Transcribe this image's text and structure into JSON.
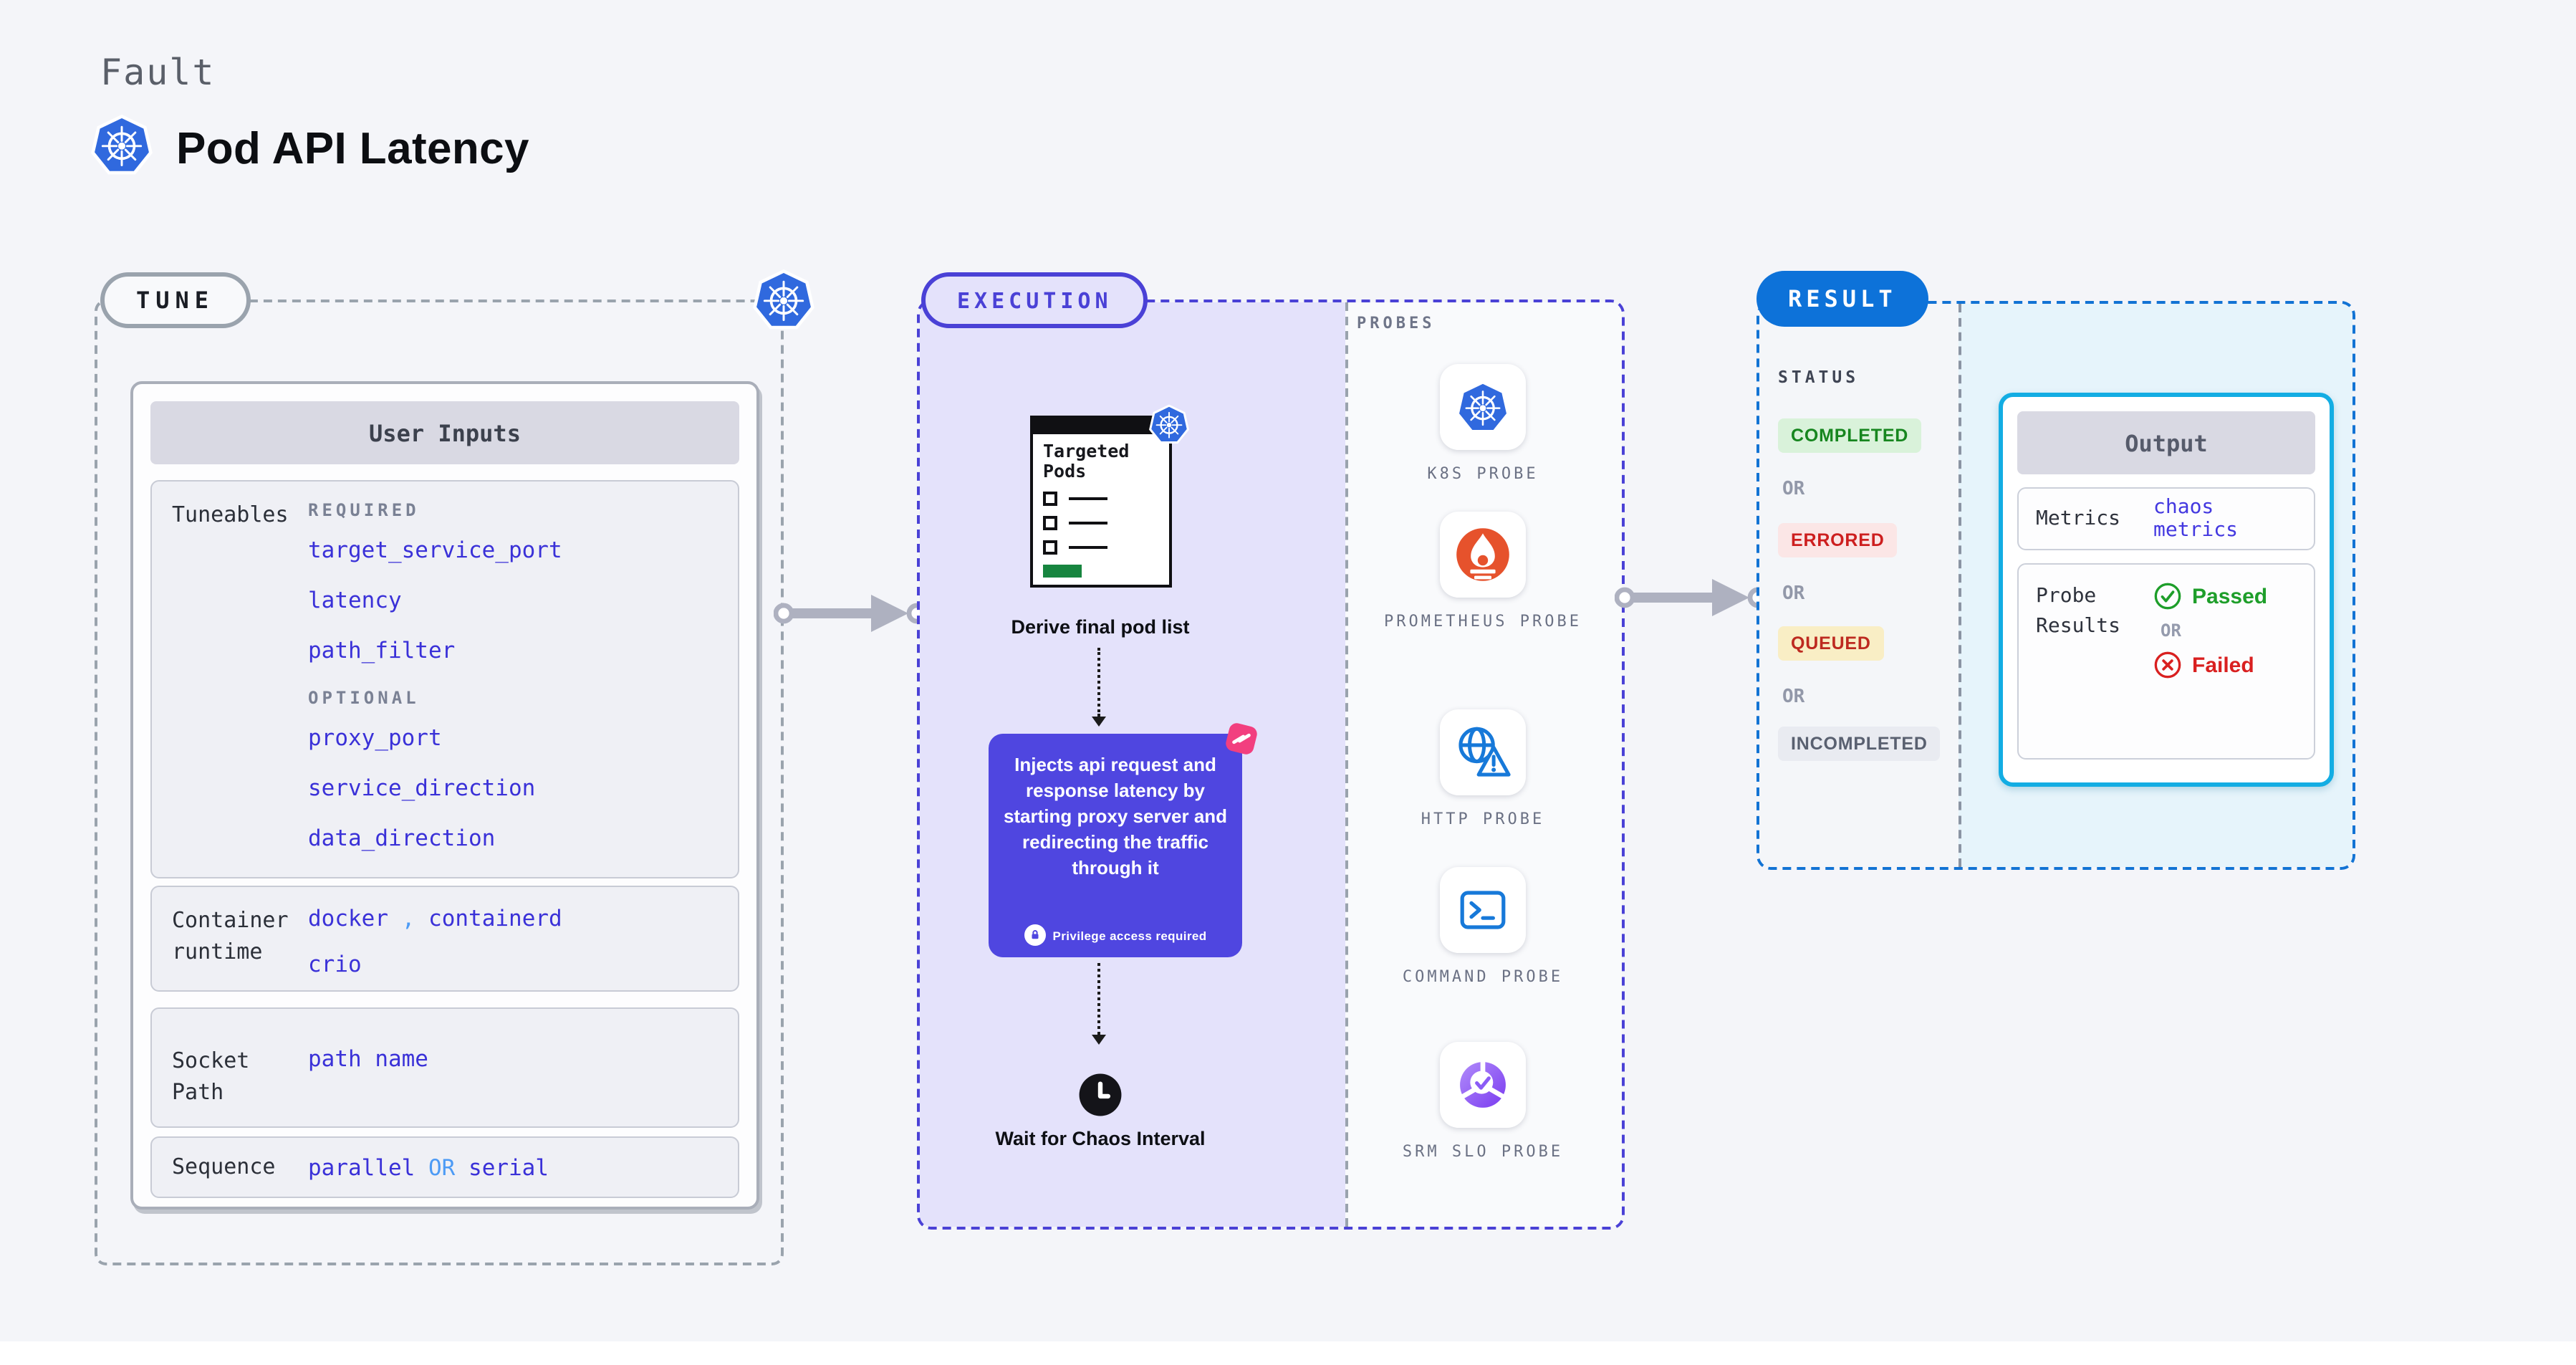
{
  "header": {
    "eyebrow": "Fault",
    "title": "Pod API Latency"
  },
  "tune": {
    "label": "TUNE",
    "user_inputs": {
      "title": "User Inputs",
      "tuneables": {
        "label": "Tuneables",
        "required_label": "REQUIRED",
        "required": [
          "target_service_port",
          "latency",
          "path_filter"
        ],
        "optional_label": "OPTIONAL",
        "optional": [
          "proxy_port",
          "service_direction",
          "data_direction"
        ]
      },
      "container_runtime": {
        "label": "Container runtime",
        "value1": "docker",
        "separator": ",",
        "value2": "containerd",
        "value3": "crio"
      },
      "socket_path": {
        "label": "Socket Path",
        "value": "path name"
      },
      "sequence": {
        "label": "Sequence",
        "option1": "parallel",
        "or": "OR",
        "option2": "serial"
      }
    }
  },
  "execution": {
    "label": "EXECUTION",
    "targeted_pods_title": "Targeted Pods",
    "derive_label": "Derive final pod list",
    "inject_note": "Injects api request and response latency by starting proxy server and redirecting the traffic through it",
    "privilege_note": "Privilege access required",
    "wait_label": "Wait for Chaos Interval"
  },
  "probes": {
    "label": "PROBES",
    "items": [
      {
        "label": "K8S PROBE",
        "icon": "kubernetes-icon"
      },
      {
        "label": "PROMETHEUS PROBE",
        "icon": "prometheus-icon"
      },
      {
        "label": "HTTP PROBE",
        "icon": "http-globe-warning-icon"
      },
      {
        "label": "COMMAND PROBE",
        "icon": "terminal-icon"
      },
      {
        "label": "SRM SLO PROBE",
        "icon": "slo-donut-check-icon"
      }
    ]
  },
  "result": {
    "label": "RESULT",
    "status": {
      "label": "STATUS",
      "or_label": "OR",
      "items": [
        {
          "label": "COMPLETED",
          "text_color": "#17861f",
          "bg_color": "#d9f2da"
        },
        {
          "label": "ERRORED",
          "text_color": "#cd1f1f",
          "bg_color": "#fbe6e6"
        },
        {
          "label": "QUEUED",
          "text_color": "#bd2a20",
          "bg_color": "#f9eec5"
        },
        {
          "label": "INCOMPLETED",
          "text_color": "#596070",
          "bg_color": "#e9ebf1"
        }
      ]
    },
    "output": {
      "title": "Output",
      "metrics_label": "Metrics",
      "metrics_value": "chaos metrics",
      "probe_results_label": "Probe Results",
      "passed_label": "Passed",
      "or_label": "OR",
      "failed_label": "Failed"
    }
  },
  "colors": {
    "page_bg": "#f4f5f9",
    "execution_bg": "#e4e2fb",
    "indigo_accent": "#4a41d6",
    "value_indigo": "#3a31d8",
    "light_blue_accent": "#4d9bf5",
    "result_blue": "#0d72d9",
    "output_border_cyan": "#13ade3",
    "kubernetes_blue": "#3069de",
    "prometheus_orange": "#e6522c",
    "inject_purple": "#4f46e0",
    "chaos_pink": "#f23f7f",
    "passed_green": "#1e9e2a",
    "failed_red": "#d92020",
    "arrow_gray": "#aeb1c0"
  }
}
